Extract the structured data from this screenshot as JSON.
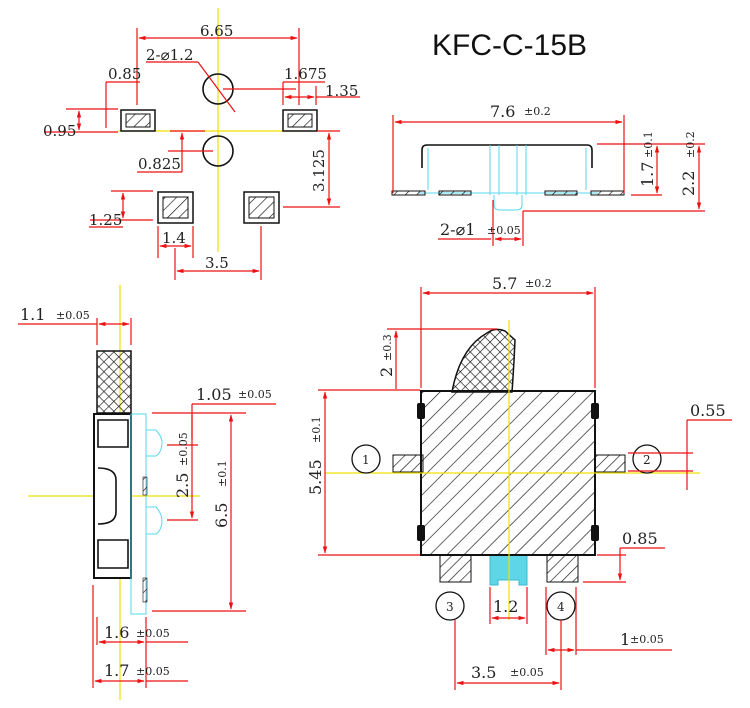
{
  "title": "KFC-C-15B",
  "colors": {
    "dimension_line": "#ee1111",
    "center_line": "#f0e000",
    "outline": "#111111",
    "hidden_line": "#55d8ee"
  },
  "pad_layout_view": {
    "dims": {
      "overall_width": "6.65",
      "hole_spec": "2-⌀1.2",
      "pad_offset_left": "0.85",
      "pad_height": "0.95",
      "hole_offset": "0.825",
      "pad_right_offset": "1.675",
      "pad_right_width": "1.35",
      "vertical_pitch": "3.125",
      "bottom_pad_height": "1.25",
      "bottom_pad_width": "1.4",
      "bottom_pad_pitch": "3.5"
    }
  },
  "front_view": {
    "dims": {
      "length": "7.6",
      "length_tol": "±0.2",
      "height": "1.7",
      "height_tol": "±0.1",
      "total_height": "2.2",
      "total_height_tol": "±0.2",
      "post_spec": "2-⌀1",
      "post_tol": "±0.05"
    }
  },
  "side_view": {
    "dims": {
      "actuator_width": "1.1",
      "actuator_width_tol": "±0.05",
      "post_offset": "1.05",
      "post_offset_tol": "±0.05",
      "post_pitch": "2.5",
      "post_pitch_tol": "±0.05",
      "body_length": "6.5",
      "body_length_tol": "±0.1",
      "depth_a": "1.6",
      "depth_a_tol": "±0.05",
      "depth_b": "1.7",
      "depth_b_tol": "±0.05"
    }
  },
  "top_view": {
    "dims": {
      "width": "5.7",
      "width_tol": "±0.2",
      "actuator_travel": "2",
      "actuator_travel_tol": "±0.3",
      "height": "5.45",
      "height_tol": "±0.1",
      "side_pin_width": "0.55",
      "bottom_pin_length": "0.85",
      "center_post_width": "1.2",
      "bottom_pin_width": "1",
      "bottom_pin_width_tol": "±0.05",
      "bottom_pin_pitch": "3.5",
      "bottom_pin_pitch_tol": "±0.05"
    },
    "pins": [
      "1",
      "2",
      "3",
      "4"
    ]
  }
}
